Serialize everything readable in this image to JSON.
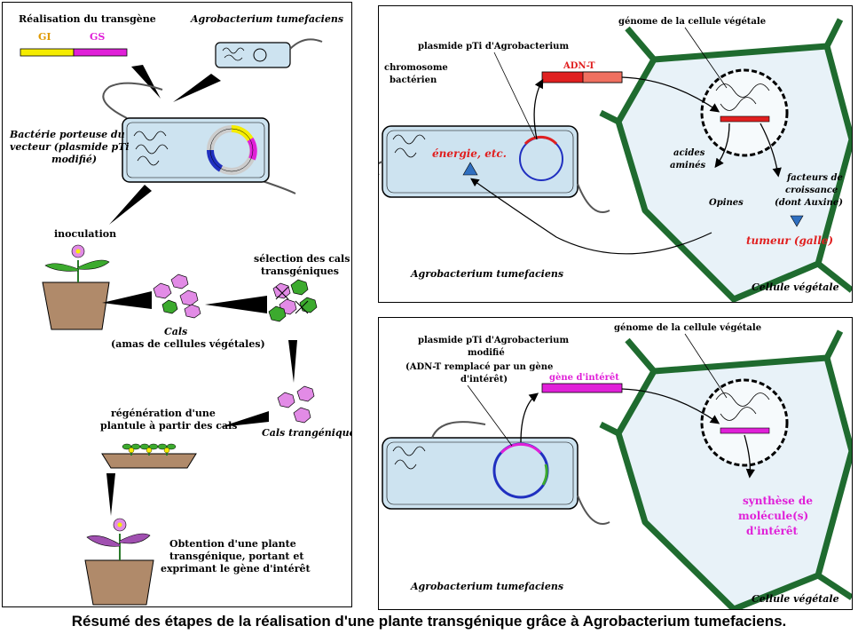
{
  "left_panel": {
    "title": "Réalisation du transgène",
    "gene_gi": "GI",
    "gene_gs": "GS",
    "agro_label": "Agrobacterium tumefaciens",
    "bacterie_l1": "Bactérie porteuse du",
    "bacterie_l2": "vecteur (plasmide pTi",
    "bacterie_l3": "modifié)",
    "inoculation": "inoculation",
    "selection_l1": "sélection des cals",
    "selection_l2": "transgéniques",
    "cals": "Cals",
    "cals_desc": "(amas de cellules végétales)",
    "cals_trans": "Cals trangéniques",
    "regen_l1": "régénération d'une",
    "regen_l2": "plantule à partir des cals",
    "obtention_l1": "Obtention d'une plante",
    "obtention_l2": "transgénique, portant et",
    "obtention_l3": "exprimant le gène d'intérêt"
  },
  "top_right": {
    "plasmide": "plasmide pTi d'Agrobacterium",
    "genome": "génome de la cellule végétale",
    "chromosome_l1": "chromosome",
    "chromosome_l2": "bactérien",
    "adnt": "ADN-T",
    "energie": "énergie, etc.",
    "acides_l1": "acides",
    "acides_l2": "aminés",
    "facteurs_l1": "facteurs de",
    "facteurs_l2": "croissance",
    "facteurs_l3": "(dont Auxine)",
    "opines": "Opines",
    "tumeur": "tumeur (galle)",
    "agro": "Agrobacterium tumefaciens",
    "cellule": "Cellule végétale"
  },
  "bottom_right": {
    "plasmide_l1": "plasmide pTi d'Agrobacterium",
    "plasmide_l2": "modifié",
    "plasmide_l3": "(ADN-T remplacé par un gène",
    "plasmide_l4": "d'intérêt)",
    "genome": "génome de la cellule végétale",
    "gene": "gène d'intérêt",
    "synthese_l1": "synthèse de",
    "synthese_l2": "molécule(s)",
    "synthese_l3": "d'intérêt",
    "agro": "Agrobacterium tumefaciens",
    "cellule": "Cellule végétale"
  },
  "caption": "Résumé des étapes de la réalisation d'une plante transgénique grâce à Agrobacterium tumefaciens.",
  "colors": {
    "gi": "#f5ec00",
    "gs": "#e020d8",
    "adnt": "#e02020",
    "cell_wall": "#1f6b2f",
    "bacterium": "#cde3f0",
    "callus": "#e28be6",
    "tumeur": "#e02020",
    "synthese": "#e020d8"
  }
}
